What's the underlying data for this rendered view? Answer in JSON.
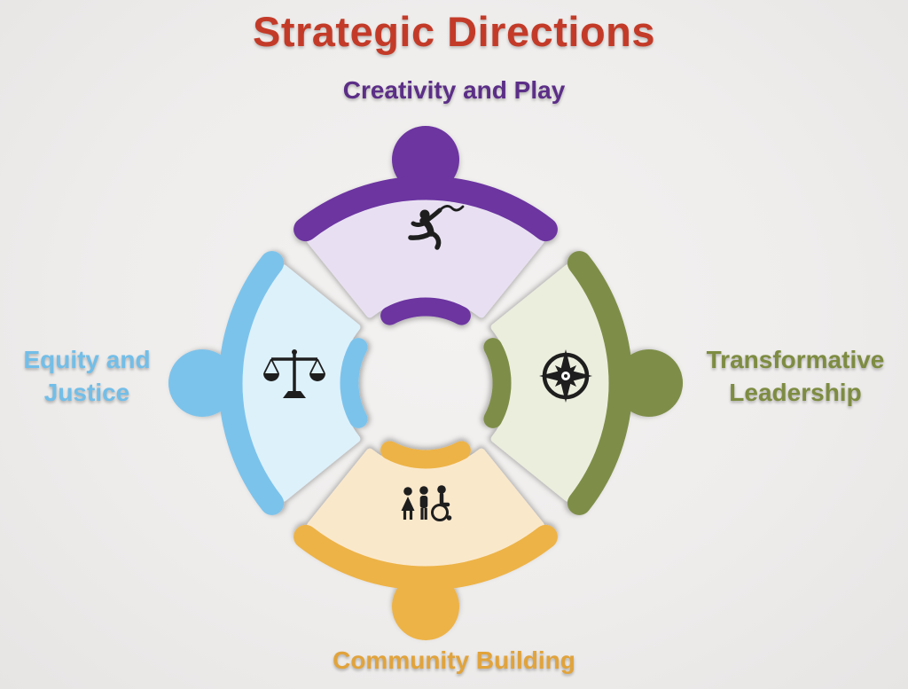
{
  "background": "#EFEDEC",
  "title": {
    "text": "Strategic Directions",
    "color": "#C33B28"
  },
  "segments": [
    {
      "position": "top",
      "label": "Creativity and Play",
      "color": "#6C35A0",
      "tint": "#E8E0F2",
      "label_color": "#5B2E87",
      "icon": "ribbon-dancer-icon"
    },
    {
      "position": "right",
      "label": "Transformative Leadership",
      "color": "#7E8E48",
      "tint": "#EBEEDD",
      "label_color": "#7D8C41",
      "icon": "compass-rose-icon"
    },
    {
      "position": "bottom",
      "label": "Community Building",
      "color": "#EDB347",
      "tint": "#FAE8CB",
      "label_color": "#E1A33B",
      "icon": "family-accessibility-icon"
    },
    {
      "position": "left",
      "label": "Equity and Justice",
      "color": "#7CC3EB",
      "tint": "#DDF1FB",
      "label_color": "#72BEE8",
      "icon": "justice-scales-icon"
    }
  ],
  "icon_color": "#1E1E1E"
}
